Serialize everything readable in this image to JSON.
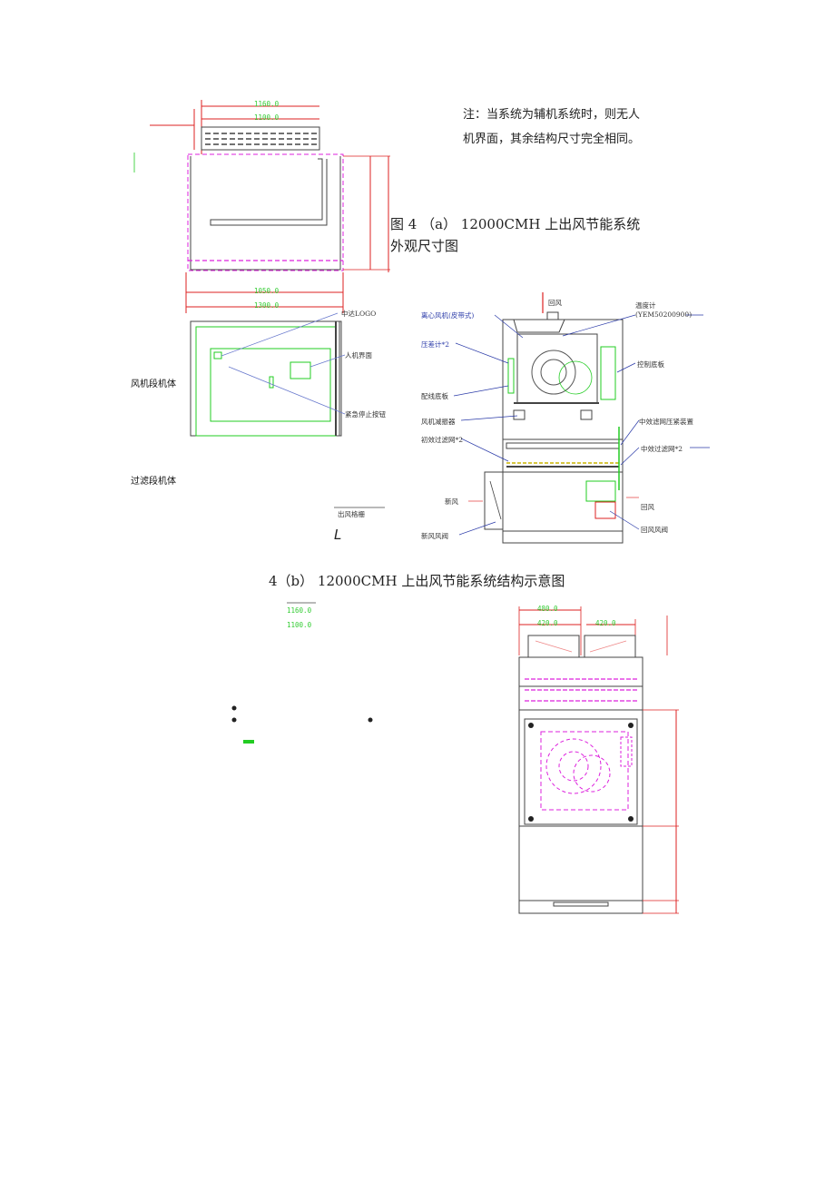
{
  "note": {
    "line1": "注：当系统为辅机系统时，则无人",
    "line2": "机界面，其余结构尺寸完全相同。"
  },
  "fig4a": {
    "caption_line1": "图 4 （a） 12000CMH 上出风节能系统",
    "caption_line2": "外观尺寸图",
    "dims": {
      "top1": "1160.0",
      "top2": "1100.0",
      "bottom1": "1050.0",
      "bottom2": "1300.0"
    }
  },
  "front_view": {
    "labels": {
      "logo": "中达LOGO",
      "hmi": "人机界面",
      "estop": "紧急停止按钮",
      "outlet_grille": "出风格栅"
    },
    "section_labels": {
      "fan_section": "风机段机体",
      "filter_section": "过滤段机体"
    },
    "L": "L"
  },
  "fig4b": {
    "caption": "4（b） 12000CMH 上出风节能系统结构示意图",
    "labels": {
      "outlet_air": "回风",
      "thermometer": "温度计",
      "thermometer_model": "(YEM50200900)",
      "centrifugal_fan": "离心风机(皮带式)",
      "diff_pressure": "压差计*2",
      "control_board": "控制底板",
      "wiring_board": "配线底板",
      "fan_damper": "风机减振器",
      "mid_filter_clamp": "中效滤网压紧装置",
      "primary_filter": "初效过滤网*2",
      "mid_filter": "中效过滤网*2",
      "fresh_air": "新风",
      "return_air": "回风",
      "fresh_damper": "新风风阀",
      "return_damper": "回风风阀"
    }
  },
  "side_view": {
    "dims": {
      "d1": "1160.0",
      "d2": "1100.0",
      "w1": "480.0",
      "w2": "420.0",
      "w3": "420.0"
    }
  },
  "colors": {
    "outline": "#444444",
    "dim_red": "#d22222",
    "dim_green": "#22cc22",
    "magenta": "#dd22dd",
    "blue": "#2233aa"
  }
}
